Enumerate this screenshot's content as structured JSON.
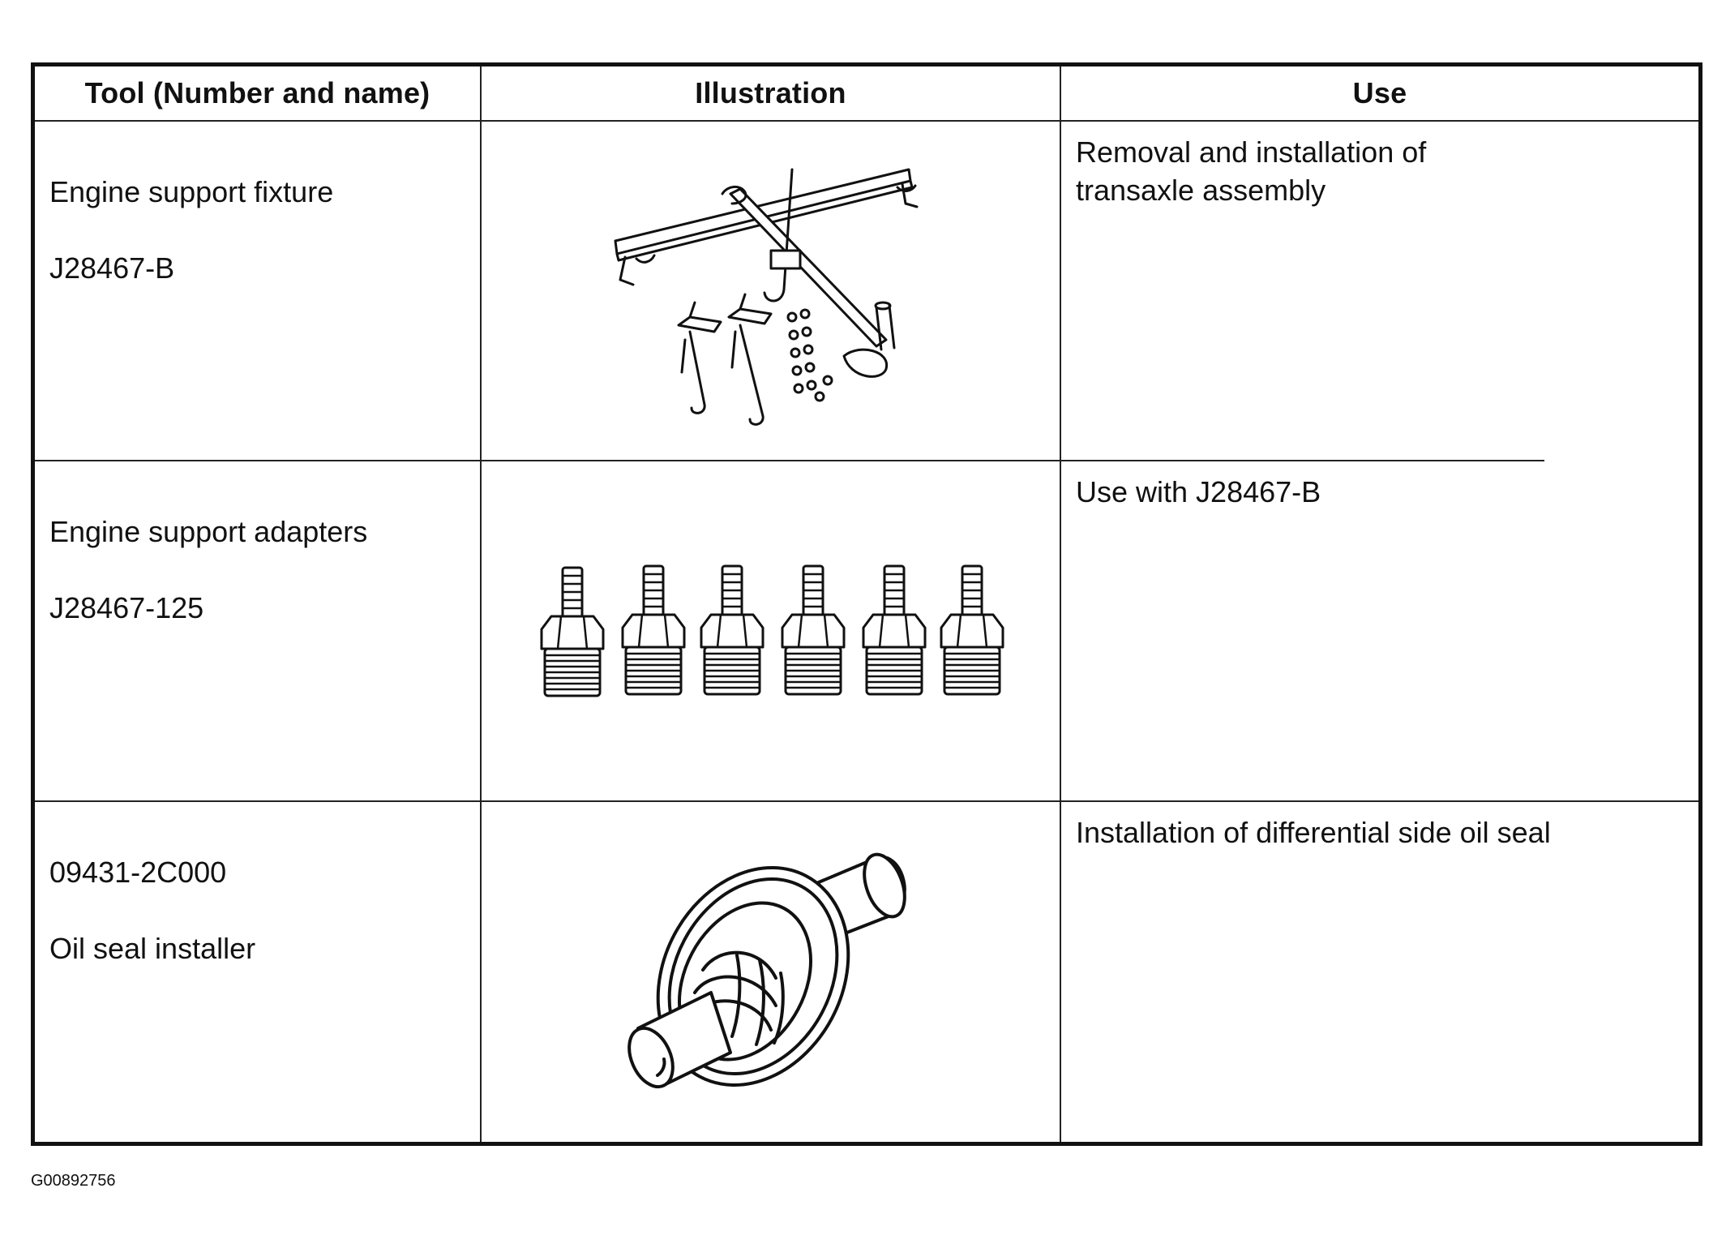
{
  "table": {
    "headers": [
      "Tool (Number and name)",
      "Illustration",
      "Use"
    ],
    "rows": [
      {
        "tool_line1": "Engine support fixture",
        "tool_line2": "J28467-B",
        "illustration_icon": "engine-support-fixture-icon",
        "use": "Removal and installation of transaxle assembly"
      },
      {
        "tool_line1": "Engine support adapters",
        "tool_line2": "J28467-125",
        "illustration_icon": "engine-support-adapters-icon",
        "use": "Use with J28467-B"
      },
      {
        "tool_line1": "09431-2C000",
        "tool_line2": "Oil seal installer",
        "illustration_icon": "oil-seal-installer-icon",
        "use": "Installation of differential side oil seal"
      }
    ]
  },
  "figure_id": "G00892756"
}
